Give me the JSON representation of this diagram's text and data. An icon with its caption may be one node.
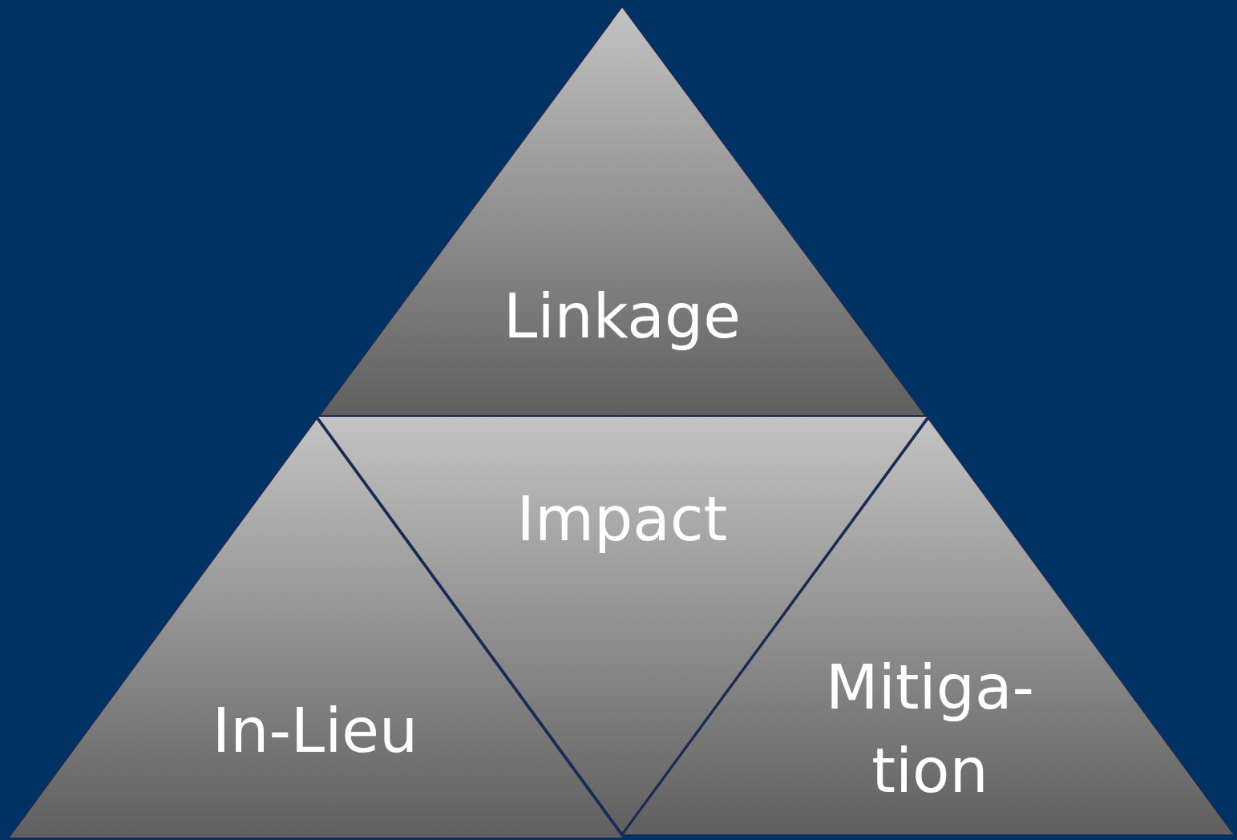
{
  "diagram": {
    "nodes": [
      {
        "text": [
          "Linkage"
        ]
      },
      {
        "text": [
          "Impact"
        ]
      },
      {
        "text": [
          "In-Lieu"
        ]
      },
      {
        "text": [
          "Mitiga- tion"
        ]
      }
    ]
  }
}
